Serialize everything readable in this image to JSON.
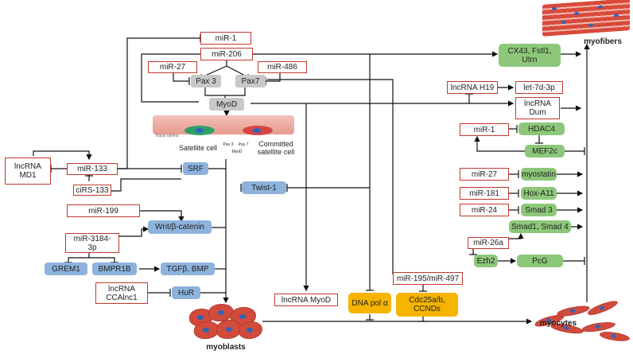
{
  "nodes": {
    "mir1_top": "miR-1",
    "mir206": "miR-206",
    "mir27_left": "miR-27",
    "mir486": "miR-486",
    "pax3": "Pax 3",
    "pax7": "Pax7",
    "myod": "MyoD",
    "lncrna_md1": "lncRNA\nMD1",
    "mir133": "miR-133",
    "cirs133": "ciRS-133",
    "srf": "SRF",
    "twist1": "Twist-1",
    "mir199": "miR-199",
    "wnt": "Wnt/β-catenin",
    "mir3184": "miR-3184-\n3p",
    "grem1": "GREM1",
    "bmpr1b": "BMPR1B",
    "tgfb": "TGFβ, BMP",
    "lncrna_ccalnc1": "lncRNA\nCCAlnc1",
    "hur": "HuR",
    "lncrna_myod": "lncRNA MyoD",
    "dna_pol": "DNA pol α",
    "mir195": "miR-195/miR-497",
    "cdc25": "Cdc25a/b,\nCCNDs",
    "cx43": "CX43, Fstl1,\nUtrn",
    "lncrna_h19": "lncRNA H19",
    "let7d": "let-7d-3p",
    "lncrna_dum": "lncRNA\nDum",
    "mir1_right": "miR-1",
    "hdac4": "HDAC4",
    "mef2c": "MEF2c",
    "mir27_right": "miR-27",
    "myostatin": "myostatin",
    "mir181": "miR-181",
    "hoxa11": "Hox-A11",
    "mir24": "miR-24",
    "smad3": "Smad 3",
    "smad14": "Smad1, Smad 4",
    "mir26a": "miR-26a",
    "ezh2": "Ezh2",
    "pcg": "PcG"
  },
  "labels": {
    "satellite_cell": "Satellite cell",
    "committed": "Committed\nsatellite cell",
    "pax_left": "Pax 3",
    "pax_right": "Pax 7",
    "myod_small": "MyoD",
    "basal_lamina": "Basal lamina",
    "myoblasts": "myoblasts",
    "myocytes": "myocytes",
    "myofibers": "myofibers"
  },
  "colors": {
    "rna_border": "#c0392b",
    "green": "#8dc77a",
    "blue": "#8db3dd",
    "grey": "#c8c8c8",
    "orange": "#f5b400",
    "cell": "#d14b3c",
    "nucleus": "#2f65b8"
  }
}
